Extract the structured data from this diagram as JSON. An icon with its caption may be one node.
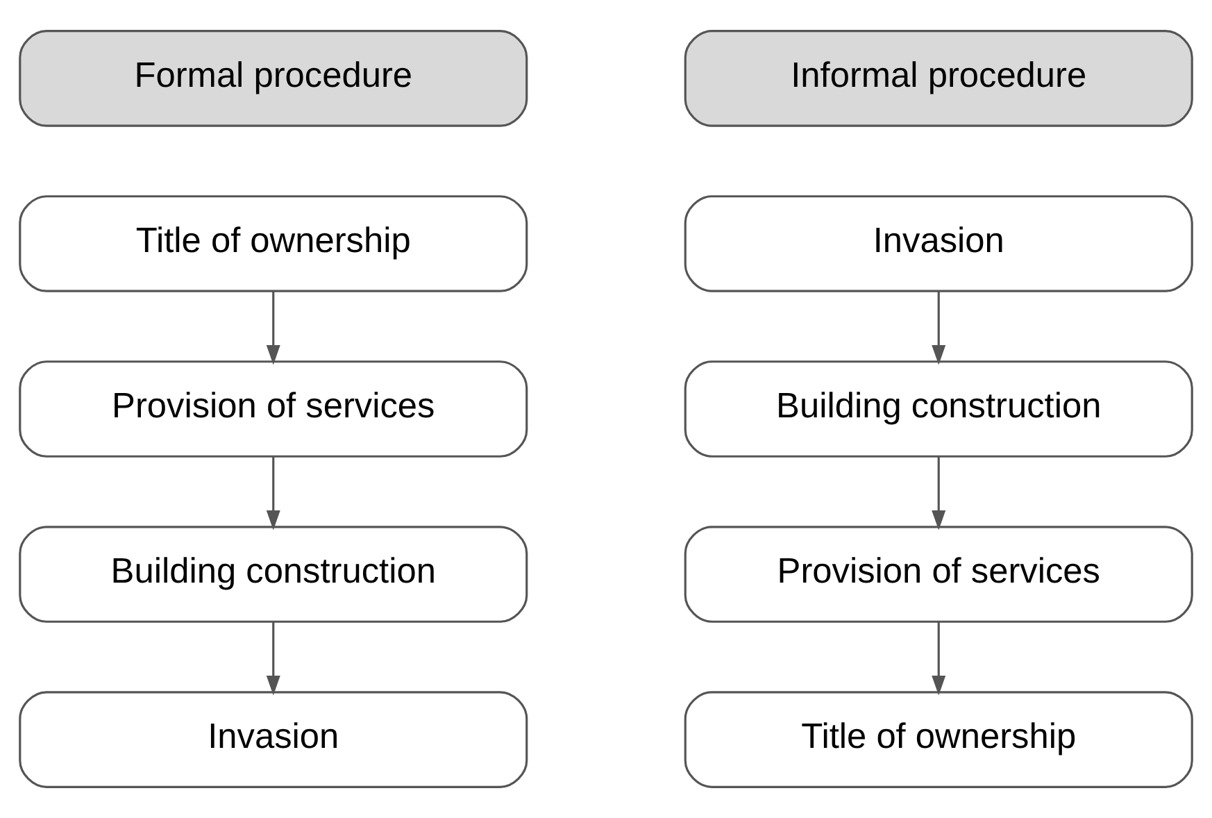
{
  "diagram": {
    "nodes": [
      {
        "text": [
          "Formal procedure"
        ]
      },
      {
        "text": [
          "Title of ownership"
        ]
      },
      {
        "text": [
          "Provision of services"
        ]
      },
      {
        "text": [
          "Building construction"
        ]
      },
      {
        "text": [
          "Invasion"
        ]
      },
      {
        "text": [
          "Informal procedure"
        ]
      },
      {
        "text": [
          "Invasion"
        ]
      },
      {
        "text": [
          "Building construction"
        ]
      },
      {
        "text": [
          "Provision of services"
        ]
      },
      {
        "text": [
          "Title of ownership"
        ]
      }
    ],
    "edges": [
      {
        "from": 1,
        "to": 2,
        "arrow": "to"
      },
      {
        "from": 2,
        "to": 3,
        "arrow": "to"
      },
      {
        "from": 3,
        "to": 4,
        "arrow": "to"
      },
      {
        "from": 6,
        "to": 7,
        "arrow": "to"
      },
      {
        "from": 7,
        "to": 8,
        "arrow": "to"
      },
      {
        "from": 8,
        "to": 9,
        "arrow": "to"
      }
    ]
  }
}
